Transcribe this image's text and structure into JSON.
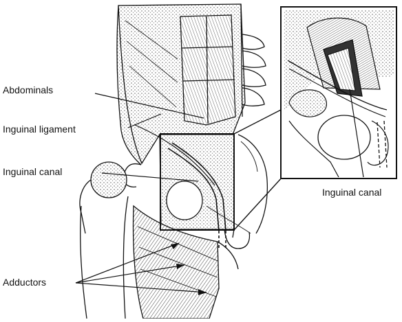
{
  "labels": {
    "abdominals": "Abdominals",
    "inguinal_ligament": "Inguinal ligament",
    "inguinal_canal": "Inguinal canal",
    "adductors": "Adductors",
    "inset_inguinal_canal": "Inguinal canal"
  },
  "colors": {
    "ink": "#111111",
    "shade": "#bdbdbd",
    "paper": "#ffffff"
  }
}
